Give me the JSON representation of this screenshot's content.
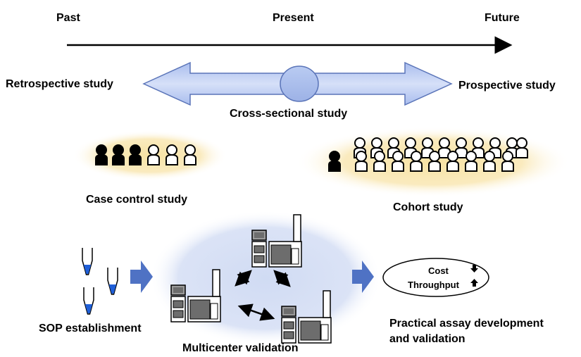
{
  "timeline": {
    "past": "Past",
    "present": "Present",
    "future": "Future"
  },
  "studies": {
    "retrospective": "Retrospective study",
    "prospective": "Prospective study",
    "cross_sectional": "Cross-sectional study",
    "case_control": "Case control study",
    "cohort": "Cohort study"
  },
  "workflow": {
    "sop": "SOP establishment",
    "multicenter": "Multicenter validation",
    "cost": "Cost",
    "throughput": "Throughput",
    "practical_line1": "Practical assay development",
    "practical_line2": "and validation"
  },
  "colors": {
    "arrow_fill": "#b3c5ee",
    "arrow_stroke": "#5a74b8",
    "halo": "#f5dd9a",
    "blob": "#d5dff5",
    "block_arrow": "#4f72c4",
    "tip_liquid": "#1f5fd8"
  },
  "figures": {
    "case_filled": 3,
    "case_open": 3,
    "cohort_filled": 1
  }
}
